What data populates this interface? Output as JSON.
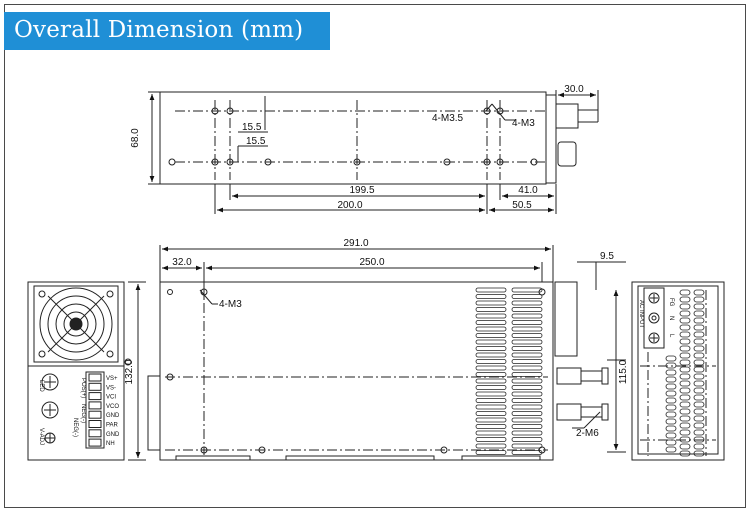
{
  "title": "Overall Dimension (mm)",
  "colors": {
    "title_bg": "#1f8fd6",
    "title_text": "#ffffff",
    "line": "#222222"
  },
  "top_view": {
    "height": "68.0",
    "overall_front": "30.0",
    "hole_offset_a": "15.5",
    "hole_offset_b": "15.5",
    "screw_label_a": "4-M3.5",
    "screw_label_b": "4-M3",
    "span_inner": "199.5",
    "span_outer": "200.0",
    "right_a": "41.0",
    "right_b": "50.5"
  },
  "side_view": {
    "length": "291.0",
    "left_offset": "32.0",
    "hole_span": "250.0",
    "screw_label": "4-M3",
    "height": "132.0",
    "right_offset": "9.5",
    "vertical_span": "115.0",
    "bolt_label": "2-M6"
  },
  "front_panel": {
    "terminals": [
      "VS+",
      "VS-",
      "VCI",
      "VCO",
      "GND",
      "PAR",
      "GND",
      "NH"
    ],
    "knob_labels": [
      "POS(+)",
      "NEG(-)",
      "NEG(-)"
    ],
    "side_labels": [
      "LED",
      "V-ADJ"
    ]
  },
  "rear_panel": {
    "input_labels": [
      "FG",
      "N",
      "L"
    ],
    "input_caption": "AC INPUT"
  }
}
